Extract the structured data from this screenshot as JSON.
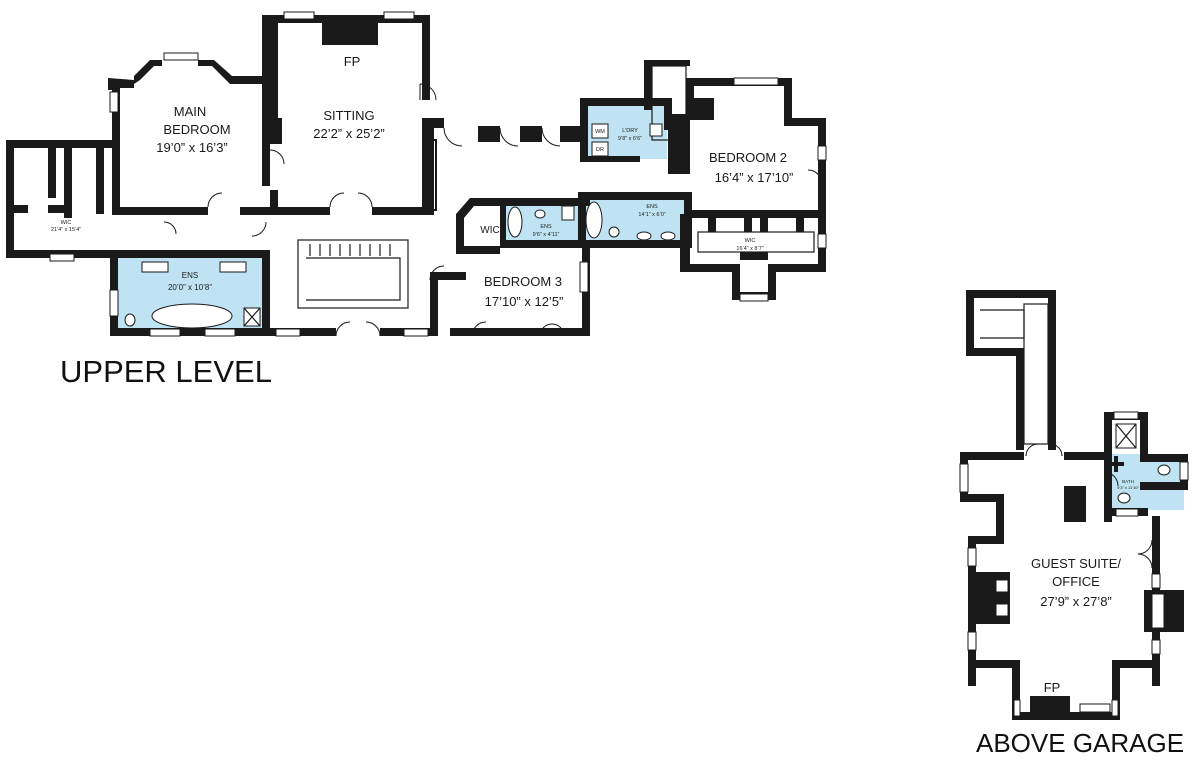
{
  "levels": {
    "upper": "UPPER LEVEL",
    "garage": "ABOVE GARAGE"
  },
  "rooms": {
    "main_bedroom": {
      "name_line1": "MAIN",
      "name_line2": "BEDROOM",
      "dims": "19’0” x 16’3”"
    },
    "sitting": {
      "name": "SITTING",
      "dims": "22’2” x 25’2”"
    },
    "fp_upper": "FP",
    "bedroom2": {
      "name": "BEDROOM 2",
      "dims": "16’4” x 17’10”"
    },
    "bedroom3": {
      "name": "BEDROOM 3",
      "dims": "17’10” x 12’5”"
    },
    "wic_left": {
      "name": "WIC",
      "dims": "21’4” x 15’4”"
    },
    "ens_main": {
      "name": "ENS",
      "dims": "20’0” x 10’8”"
    },
    "ens_b3": {
      "name": "ENS",
      "dims": "9’6” x 4’11”"
    },
    "ens_b2": {
      "name": "ENS",
      "dims": "14’1” x 6’0”"
    },
    "laundry": {
      "name": "L’DRY",
      "dims": "9’8” x 6’6”",
      "wm": "WM",
      "dr": "DR"
    },
    "wic_b2": {
      "name": "WIC",
      "dims": "16’4” x 8’7”"
    },
    "wic_b3": "WIC",
    "guest_suite": {
      "name_line1": "GUEST SUITE/",
      "name_line2": "OFFICE",
      "dims": "27’9” x 27’8”"
    },
    "fp_garage": "FP",
    "bath": {
      "name": "BATH",
      "dims": "9’3” x 11’10”"
    }
  },
  "colors": {
    "wall": "#1a1a1a",
    "wet_area": "#bfe3f2",
    "background": "#ffffff"
  }
}
